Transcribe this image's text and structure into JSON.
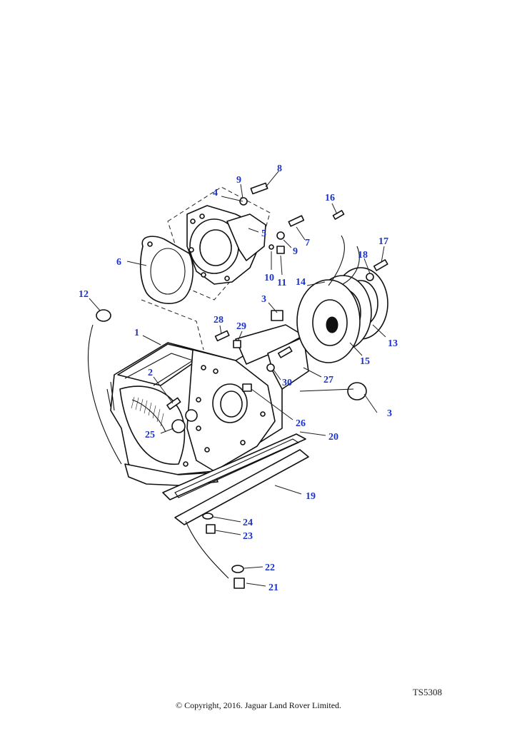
{
  "drawing_ref": "TS5308",
  "copyright": "© Copyright, 2016. Jaguar Land Rover Limited.",
  "callouts": [
    "1",
    "2",
    "3",
    "3",
    "4",
    "5",
    "6",
    "7",
    "8",
    "9",
    "9",
    "10",
    "11",
    "12",
    "13",
    "14",
    "15",
    "16",
    "17",
    "18",
    "19",
    "20",
    "21",
    "22",
    "23",
    "24",
    "25",
    "26",
    "27",
    "28",
    "29",
    "30"
  ],
  "colors": {
    "callout": "#1b33c9",
    "line": "#111111",
    "background": "#ffffff"
  }
}
